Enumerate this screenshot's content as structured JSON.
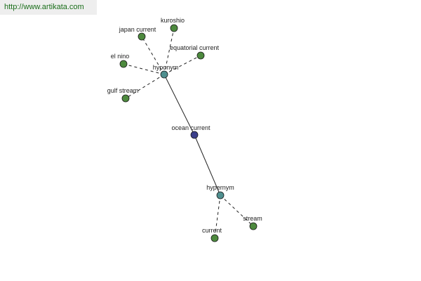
{
  "header": {
    "url": "http://www.artikata.com"
  },
  "graph": {
    "colors": {
      "center": "#3b3f8a",
      "relation": "#4f8f8f",
      "leaf": "#4d8a3e",
      "edge": "#222222"
    },
    "nodes": [
      {
        "id": "ocean-current",
        "label": "ocean current",
        "kind": "center"
      },
      {
        "id": "hyponym",
        "label": "hyponym",
        "kind": "relation"
      },
      {
        "id": "hypernym",
        "label": "hypernym",
        "kind": "relation"
      },
      {
        "id": "kuroshio",
        "label": "kuroshio",
        "kind": "leaf"
      },
      {
        "id": "japan-current",
        "label": "japan current",
        "kind": "leaf"
      },
      {
        "id": "equatorial-current",
        "label": "equatorial current",
        "kind": "leaf"
      },
      {
        "id": "el-nino",
        "label": "el nino",
        "kind": "leaf"
      },
      {
        "id": "gulf-stream",
        "label": "gulf stream",
        "kind": "leaf"
      },
      {
        "id": "stream",
        "label": "stream",
        "kind": "leaf"
      },
      {
        "id": "current",
        "label": "current",
        "kind": "leaf"
      }
    ],
    "edges": [
      {
        "from": "ocean-current",
        "to": "hyponym",
        "style": "solid"
      },
      {
        "from": "ocean-current",
        "to": "hypernym",
        "style": "solid"
      },
      {
        "from": "hyponym",
        "to": "kuroshio",
        "style": "dashed"
      },
      {
        "from": "hyponym",
        "to": "japan-current",
        "style": "dashed"
      },
      {
        "from": "hyponym",
        "to": "equatorial-current",
        "style": "dashed"
      },
      {
        "from": "hyponym",
        "to": "el-nino",
        "style": "dashed"
      },
      {
        "from": "hyponym",
        "to": "gulf-stream",
        "style": "dashed"
      },
      {
        "from": "hypernym",
        "to": "stream",
        "style": "dashed"
      },
      {
        "from": "hypernym",
        "to": "current",
        "style": "dashed"
      }
    ]
  }
}
